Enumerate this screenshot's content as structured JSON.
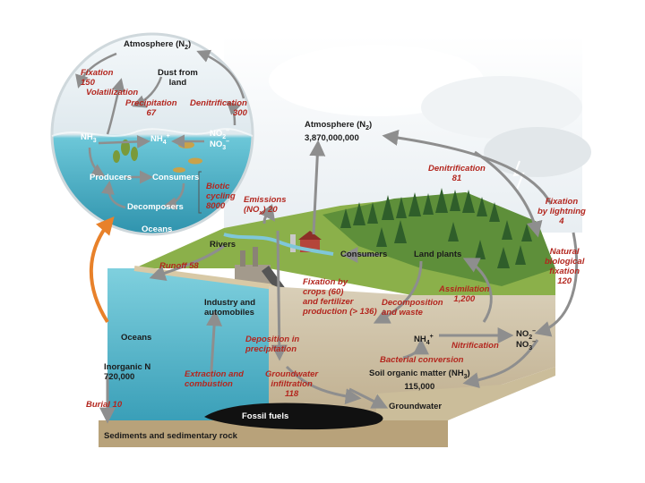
{
  "ocean_inset": {
    "atmosphere": "Atmosphere (N",
    "atmosphere_sub": "2",
    "atmosphere_close": ")",
    "fixation": "Fixation",
    "fixation_value": "150",
    "dust": "Dust from",
    "dust_2": "land",
    "volatilization": "Volatilization",
    "precipitation": "Precipitation",
    "precipitation_value": "67",
    "denitrification": "Denitrification",
    "denitrification_value": "300",
    "nh3": "NH",
    "nh3_sub": "3",
    "nh4": "NH",
    "nh4_sub": "4",
    "nh4_sup": "+",
    "no2": "NO",
    "no2_sub": "2",
    "no2_sup": "–",
    "no3": "NO",
    "no3_sub": "3",
    "no3_sup": "–",
    "producers": "Producers",
    "consumers": "Consumers",
    "decomposers": "Decomposers",
    "biotic_cycling": "Biotic",
    "biotic_cycling_2": "cycling",
    "biotic_value": "8000",
    "oceans": "Oceans"
  },
  "land": {
    "emissions": "Emissions",
    "emissions_formula": "(NO",
    "emissions_sub": "x",
    "emissions_value": ") 20",
    "atmosphere": "Atmosphere (N",
    "atmosphere_sub": "2",
    "atmosphere_close": ")",
    "atmosphere_value": "3,870,000,000",
    "denitrification": "Denitrification",
    "denitrification_value": "81",
    "fixation_lightning": "Fixation",
    "fixation_lightning_2": "by lightning",
    "fixation_lightning_value": "4",
    "natural_fixation": "Natural",
    "natural_fixation_2": "biological",
    "natural_fixation_3": "fixation",
    "natural_fixation_value": "120",
    "rivers": "Rivers",
    "runoff": "Runoff 58",
    "consumers": "Consumers",
    "land_plants": "Land plants",
    "industry": "Industry and",
    "industry_2": "automobiles",
    "fixation_crops": "Fixation by",
    "fixation_crops_2": "crops (60)",
    "fixation_crops_3": "and fertilizer",
    "fixation_crops_4": "production (> 136)",
    "decomposition": "Decomposition",
    "decomposition_2": "and waste",
    "assimilation": "Assimilation",
    "assimilation_value": "1,200",
    "oceans": "Oceans",
    "nh4": "NH",
    "nh4_sub": "4",
    "nh4_sup": "+",
    "nitrification": "Nitrification",
    "no2": "NO",
    "no2_sub": "2",
    "no2_sup": "–",
    "no3": "NO",
    "no3_sub": "3",
    "no3_sup": "–",
    "deposition": "Deposition in",
    "deposition_2": "precipitation",
    "bacterial_conversion": "Bacterial conversion",
    "inorganic_n": "Inorganic N",
    "inorganic_n_value": "720,000",
    "extraction": "Extraction and",
    "extraction_2": "combustion",
    "groundwater_infiltration": "Groundwater",
    "groundwater_infiltration_2": "infiltration",
    "groundwater_infiltration_value": "118",
    "soil_organic": "Soil organic matter (NH",
    "soil_organic_sub": "3",
    "soil_organic_close": ")",
    "soil_organic_value": "115,000",
    "burial": "Burial 10",
    "fossil_fuels": "Fossil fuels",
    "groundwater": "Groundwater",
    "sediments": "Sediments and sedimentary rock"
  },
  "colors": {
    "arrow": "#9a9a9a",
    "flux_label": "#b3261e",
    "ocean": "#5bb8cc",
    "land": "#8bb04a",
    "orange_arrow": "#e8812a"
  }
}
